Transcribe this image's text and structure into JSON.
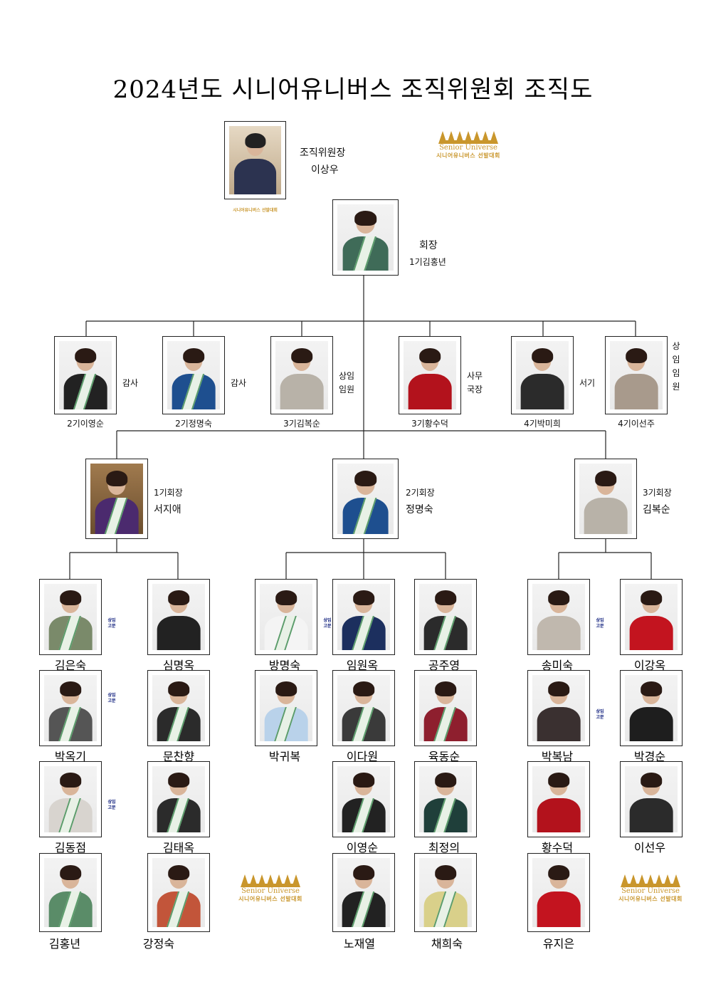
{
  "title": "2024년도 시니어유니버스 조직위원회 조직도",
  "colors": {
    "line": "#222222",
    "gold": "#c9962c",
    "sash": "#5a9c6a",
    "navy_badge": "#0a1a7a"
  },
  "logo": {
    "en": "Senior Universe",
    "kr": "시니어유니버스 선발대회"
  },
  "chairman": {
    "role": "조직위원장",
    "name": "이상우",
    "photo_caption": "시니어유니버스 선발대회"
  },
  "president": {
    "role": "회장",
    "name": "1기김홍년"
  },
  "officers": [
    {
      "name": "2기이영순",
      "role": "감사"
    },
    {
      "name": "2기정명숙",
      "role": "감사"
    },
    {
      "name": "3기김복순",
      "role_line1": "상임",
      "role_line2": "임원"
    },
    {
      "name": "3기황수덕",
      "role_line1": "사무",
      "role_line2": "국장"
    },
    {
      "name": "4기박미희",
      "role": "서기"
    },
    {
      "name": "4기이선주",
      "role_vertical": "상임임원"
    }
  ],
  "group_leaders": [
    {
      "role": "1기회장",
      "name": "서지애"
    },
    {
      "role": "2기회장",
      "name": "정명숙"
    },
    {
      "role": "3기회장",
      "name": "김복순"
    }
  ],
  "badge": {
    "line1": "상임",
    "line2": "고문"
  },
  "members": {
    "g1": [
      "김은숙",
      "심명옥",
      "박옥기",
      "문찬향",
      "김동점",
      "김태옥",
      "김홍년",
      "강정숙"
    ],
    "g2": [
      "방명숙",
      "임원옥",
      "공주영",
      "박귀복",
      "이다원",
      "육동순",
      "이영순",
      "최정의",
      "노재열",
      "채희숙"
    ],
    "g3": [
      "송미숙",
      "이강옥",
      "박복남",
      "박경순",
      "황수덕",
      "이선우",
      "유지은"
    ]
  }
}
